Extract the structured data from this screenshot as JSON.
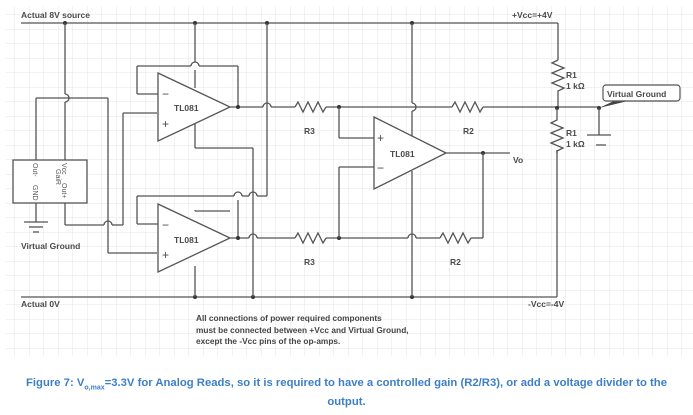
{
  "rails": {
    "top_left_label": "Actual 8V source",
    "top_right_label": "+Vcc=+4V",
    "bottom_left_label": "Actual 0V",
    "bottom_right_label": "-Vcc=-4V"
  },
  "opamps": [
    {
      "id": "u1",
      "label": "TL081",
      "inputs_top": "−",
      "inputs_bottom": "+"
    },
    {
      "id": "u2",
      "label": "TL081",
      "inputs_top": "−",
      "inputs_bottom": "+"
    },
    {
      "id": "u3",
      "label": "TL081",
      "inputs_top": "+",
      "inputs_bottom": "−"
    }
  ],
  "resistors": {
    "r3_top": "R3",
    "r3_bottom": "R3",
    "r2_top": "R2",
    "r2_bottom": "R2",
    "r1_top_name": "R1",
    "r1_top_value": "1 kΩ",
    "r1_bottom_name": "R1",
    "r1_bottom_value": "1 kΩ"
  },
  "sensor": {
    "pins_left": [
      "Out-",
      "GND"
    ],
    "pins_right": [
      "Vcc",
      "Out+",
      "GaiR"
    ]
  },
  "labels": {
    "virtual_ground_left": "Virtual Ground",
    "virtual_ground_callout": "Virtual Ground",
    "output": "Vo"
  },
  "note": [
    "All connections of power required components",
    "must be connected between +Vcc and Virtual Ground,",
    "except the -Vcc pins of the op-amps."
  ],
  "caption": {
    "prefix": "Figure 7: V",
    "subscript": "o,max",
    "text": "=3.3V for Analog Reads, so it is required to have a controlled gain (R2/R3), or add a voltage divider to the",
    "line2": "output."
  }
}
